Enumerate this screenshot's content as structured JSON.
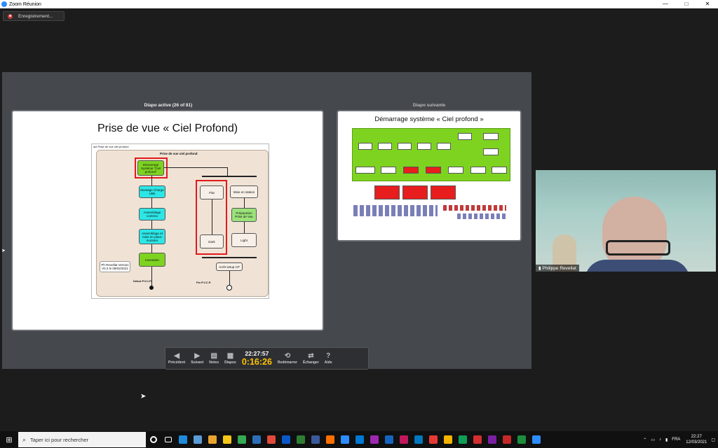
{
  "window": {
    "title": "Zoom Réunion",
    "minimize": "—",
    "maximize": "□",
    "close": "✕"
  },
  "recording": {
    "label": "Enregistrement..."
  },
  "presenter": {
    "current_label": "Diapo active (26 of 81)",
    "next_label": "Diapo suivante",
    "current_slide": {
      "title": "Prise de vue « Ciel Profond)",
      "diagram_caption": "act Prise de vue ciel profond",
      "diagram_title": "Prise de vue ciel profond",
      "boxes": {
        "demarrage": "Démarrage Système \"Ciel profond\"",
        "montage": "Montage Charge Utile",
        "assemblage_contenu": "Assemblage contenu",
        "assemblage_mise": "Assemblage et mise en place monture",
        "inventaire": "Inventaire",
        "flat": "Flat",
        "dark": "Dark",
        "mise_station": "Mise en station",
        "preparation": "Préparation Prise de Vue",
        "light": "Light",
        "arret": "Arrêt setup CP"
      },
      "note": "Ph Revellat Version V0.3 le 09/02/2021",
      "debut": "Début P.V.C.P.",
      "fin": "Fin P.V.C.P."
    },
    "next_slide": {
      "title": "Démarrage système « Ciel profond »"
    },
    "controls": {
      "prev": "Précédent",
      "next": "Suivant",
      "notes": "Notes",
      "slides": "Diapos",
      "time": "22:27:57",
      "elapsed": "0:16:26",
      "restart": "Redémarrer",
      "swap": "Échanger",
      "help": "Aide"
    }
  },
  "video": {
    "participant": "Philippe Revellat"
  },
  "taskbar": {
    "search_placeholder": "Taper ici pour rechercher",
    "lang": "FRA",
    "time": "22:27",
    "date": "12/03/2021",
    "icon_colors": [
      "#1f8ad8",
      "#5b9bd5",
      "#e8a22e",
      "#f5c518",
      "#34a853",
      "#2d6eb8",
      "#e04a3a",
      "#0a58ca",
      "#2e7d32",
      "#3b5998",
      "#ff6f00",
      "#2d8cff",
      "#0078d4",
      "#9c27b0",
      "#1565c0",
      "#c2185b",
      "#0277bd",
      "#e53935",
      "#f4b400",
      "#0f9d58",
      "#d32f2f",
      "#7b1fa2",
      "#c62828",
      "#1b8d3c",
      "#2d8cff"
    ]
  }
}
